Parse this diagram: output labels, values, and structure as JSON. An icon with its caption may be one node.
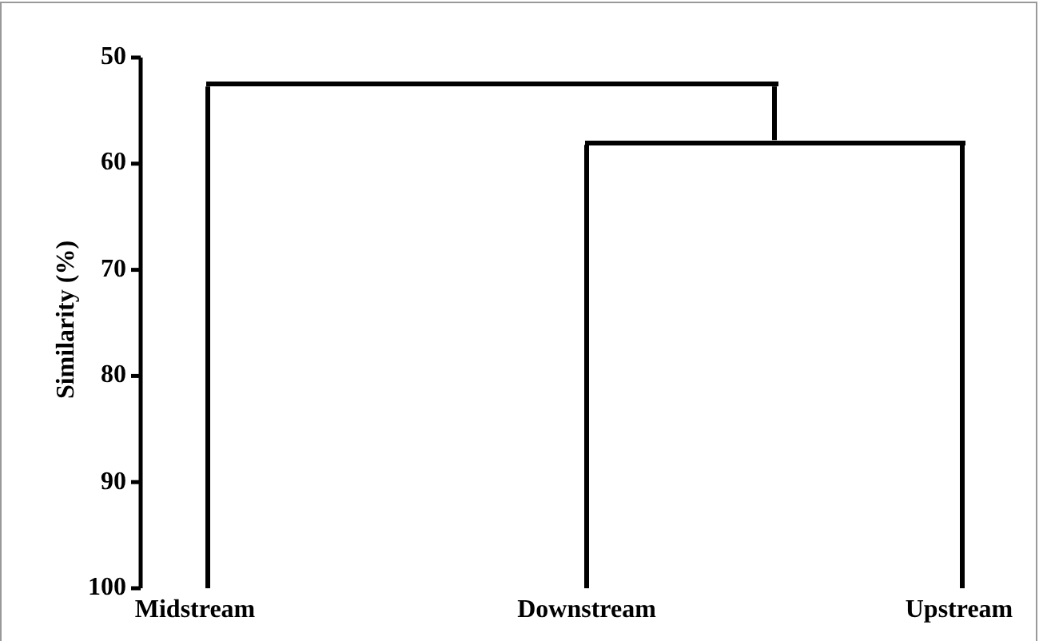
{
  "diagram": {
    "nodes": [
      {
        "text": [
          "Midstream"
        ]
      },
      {
        "text": [
          "Downstream"
        ]
      },
      {
        "text": [
          "Upstream"
        ]
      },
      {
        "text": [],
        "shape": "bar"
      },
      {
        "text": [],
        "shape": "bar"
      }
    ],
    "edges": [
      {
        "from": 3,
        "to": 0,
        "arrow": "none"
      },
      {
        "from": 3,
        "to": 4,
        "arrow": "none"
      },
      {
        "from": 4,
        "to": 1,
        "arrow": "none"
      },
      {
        "from": 4,
        "to": 2,
        "arrow": "none"
      }
    ],
    "labels": [
      "50",
      "60",
      "70",
      "80",
      "90",
      "100",
      "Similarity (%)"
    ]
  }
}
